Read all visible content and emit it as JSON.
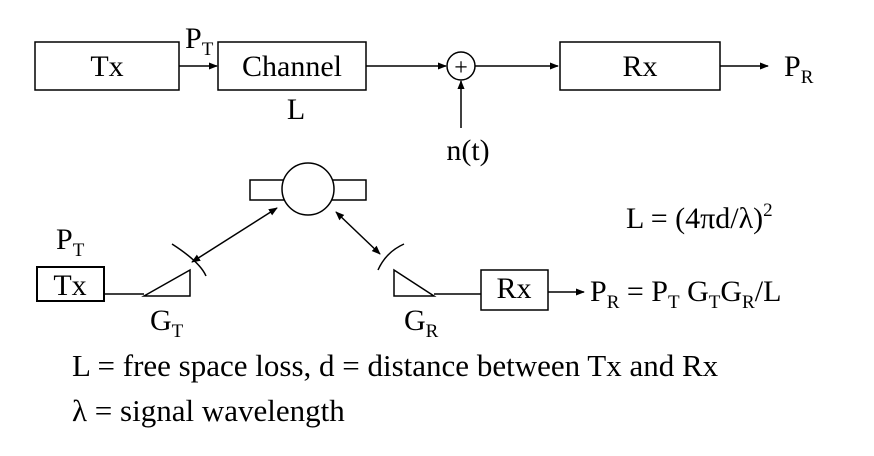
{
  "colors": {
    "ink": "#000000",
    "background": "#ffffff"
  },
  "block_diagram": {
    "tx_label": "Tx",
    "channel_label": "Channel",
    "rx_label": "Rx",
    "adder_symbol": "+",
    "tx_power": {
      "main": "P",
      "sub": "T"
    },
    "rx_power": {
      "main": "P",
      "sub": "R"
    },
    "loss_label": "L",
    "noise_label": "n(t)"
  },
  "satellite_link": {
    "tx_label": "Tx",
    "rx_label": "Rx",
    "tx_power": {
      "main": "P",
      "sub": "T"
    },
    "tx_gain": {
      "main": "G",
      "sub": "T"
    },
    "rx_gain": {
      "main": "G",
      "sub": "R"
    },
    "loss_formula": {
      "lhs": "L = (4πd/λ)",
      "exp": "2"
    },
    "received_power": {
      "p": "P",
      "r": "R",
      "eq": " = P",
      "t1": "T",
      "g1": " G",
      "t2": "T",
      "g2": "G",
      "r2": "R",
      "tail": "/L"
    }
  },
  "captions": [
    "L = free space loss, d = distance between Tx and Rx",
    "λ = signal wavelength"
  ]
}
